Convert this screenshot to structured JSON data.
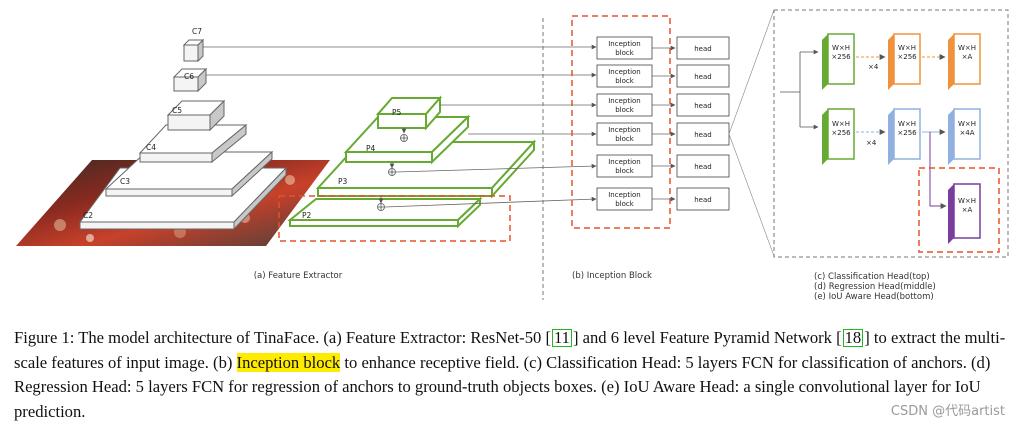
{
  "figure": {
    "extractor": {
      "levels": {
        "c7": "C7",
        "c6": "C6",
        "c5": "C5",
        "c4": "C4",
        "c3": "C3",
        "c2": "C2"
      },
      "pyramid": {
        "p5": "P5",
        "p4": "P4",
        "p3": "P3",
        "p2": "P2"
      },
      "caption": "(a) Feature Extractor"
    },
    "inception": {
      "block_line1": "Inception",
      "block_line2": "block",
      "head_label": "head",
      "caption": "(b) Inception Block"
    },
    "heads": {
      "wh": "W×H",
      "c256": "×256",
      "a": "×A",
      "a4": "×4A",
      "repeat": "×4",
      "caption_top": "(c) Classification Head(top)",
      "caption_middle": "(d) Regression Head(middle)",
      "caption_bottom": "(e) IoU Aware Head(bottom)"
    },
    "colors": {
      "green": "#66aa33",
      "orange": "#f0923c",
      "blue": "#8fb0e0",
      "purple": "#7a3d9e",
      "red_dash": "#e8502a"
    }
  },
  "caption": {
    "p1": "Figure 1: The model architecture of TinaFace. (a) Feature Extractor: ResNet-50 [",
    "ref1": "11",
    "p2": "] and 6 level Feature Pyramid Network [",
    "ref2": "18",
    "p3": "] to extract the multi-scale features of input image. (b) ",
    "highlight": "Inception block",
    "p4": " to enhance receptive field. (c) Classification Head: 5 layers FCN for classification of anchors. (d) Regression Head: 5 layers FCN for regression of anchors to ground-truth objects boxes. (e) IoU Aware Head: a single convolutional layer for IoU prediction."
  },
  "watermark": "CSDN @代码artist"
}
